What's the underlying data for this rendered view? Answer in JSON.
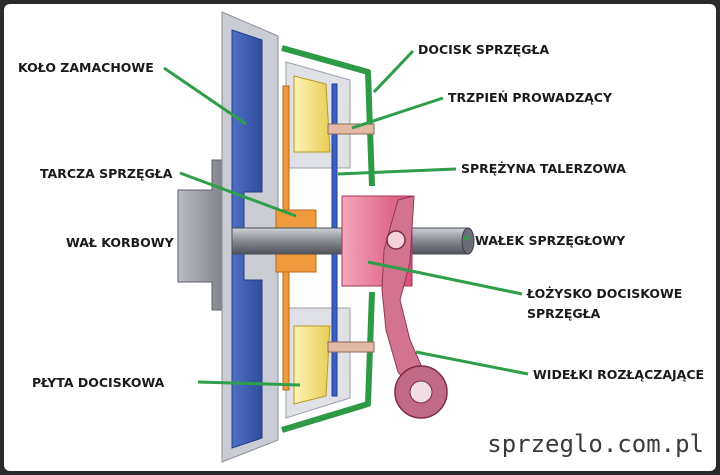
{
  "labels": {
    "flywheel": "KOŁO ZAMACHOWE",
    "clutch_disc": "TARCZA SPRZĘGŁA",
    "crankshaft": "WAŁ KORBOWY",
    "pressure_plate": "PŁYTA DOCISKOWA",
    "clutch_cover": "DOCISK SPRZĘGŁA",
    "guide_pin": "TRZPIEŃ PROWADZĄCY",
    "diaphragm_spring": "SPRĘŻYNA TALERZOWA",
    "input_shaft": "WAŁEK SPRZĘGŁOWY",
    "release_bearing_line1": "ŁOŻYSKO DOCISKOWE",
    "release_bearing_line2": "SPRZĘGŁA",
    "release_fork": "WIDEŁKI ROZŁĄCZAJĄCE"
  },
  "watermark": "sprzeglo.com.pl",
  "colors": {
    "background": "#ffffff",
    "frame": "#2a2a2a",
    "flywheel_blue": "#3f5fb0",
    "flywheel_grey": "#c9ccd3",
    "cover_green": "#3aa24a",
    "pressure_yellow": "#f2e27a",
    "disc_orange": "#ef9a3c",
    "spring_blue": "#3a5fc4",
    "bearing_pink": "#e86a8a",
    "fork_pink": "#d2738f",
    "shaft_grey": "#8c8f96",
    "leader_green": "#2f9e4a"
  }
}
